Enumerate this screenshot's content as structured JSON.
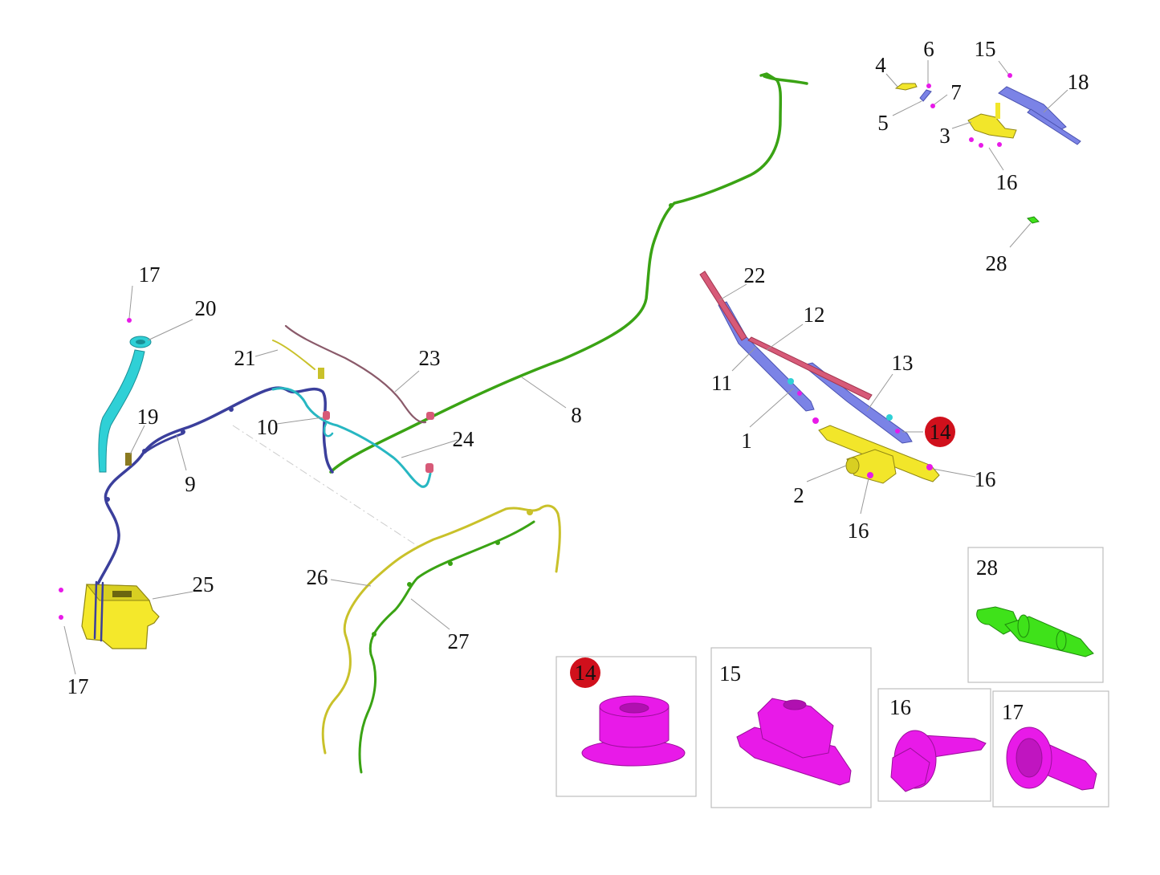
{
  "colors": {
    "hose_green": "#3aa314",
    "hose_navy": "#3b3f9c",
    "hose_cyan": "#27b7c2",
    "hose_yellow": "#c9c12a",
    "tube_brown": "#8a5a6a",
    "arm_blue": "#7b83e6",
    "arm_red": "#d75a78",
    "linkage_yellow": "#f2e62a",
    "tank_yellow": "#f4e82b",
    "neck_cyan": "#2fd0d6",
    "fastener_magenta": "#e81ae8",
    "nozzle_green": "#3fe21a",
    "highlight_red": "#d0101c"
  },
  "labels": [
    {
      "id": "c1",
      "text": "1"
    },
    {
      "id": "c2",
      "text": "2"
    },
    {
      "id": "c3",
      "text": "3"
    },
    {
      "id": "c4",
      "text": "4"
    },
    {
      "id": "c5",
      "text": "5"
    },
    {
      "id": "c6",
      "text": "6"
    },
    {
      "id": "c7",
      "text": "7"
    },
    {
      "id": "c8",
      "text": "8"
    },
    {
      "id": "c9",
      "text": "9"
    },
    {
      "id": "c10",
      "text": "10"
    },
    {
      "id": "c11",
      "text": "11"
    },
    {
      "id": "c12",
      "text": "12"
    },
    {
      "id": "c13",
      "text": "13"
    },
    {
      "id": "c14",
      "text": "14"
    },
    {
      "id": "c15a",
      "text": "15"
    },
    {
      "id": "c16a",
      "text": "16"
    },
    {
      "id": "c16b",
      "text": "16"
    },
    {
      "id": "c16c",
      "text": "16"
    },
    {
      "id": "c17a",
      "text": "17"
    },
    {
      "id": "c17b",
      "text": "17"
    },
    {
      "id": "c18",
      "text": "18"
    },
    {
      "id": "c19",
      "text": "19"
    },
    {
      "id": "c20",
      "text": "20"
    },
    {
      "id": "c21",
      "text": "21"
    },
    {
      "id": "c22",
      "text": "22"
    },
    {
      "id": "c23",
      "text": "23"
    },
    {
      "id": "c24",
      "text": "24"
    },
    {
      "id": "c25",
      "text": "25"
    },
    {
      "id": "c26",
      "text": "26"
    },
    {
      "id": "c27",
      "text": "27"
    },
    {
      "id": "c28a",
      "text": "28"
    }
  ],
  "details": [
    {
      "id": "d14",
      "label": "14"
    },
    {
      "id": "d15",
      "label": "15"
    },
    {
      "id": "d16",
      "label": "16"
    },
    {
      "id": "d17",
      "label": "17"
    },
    {
      "id": "d28",
      "label": "28"
    }
  ]
}
